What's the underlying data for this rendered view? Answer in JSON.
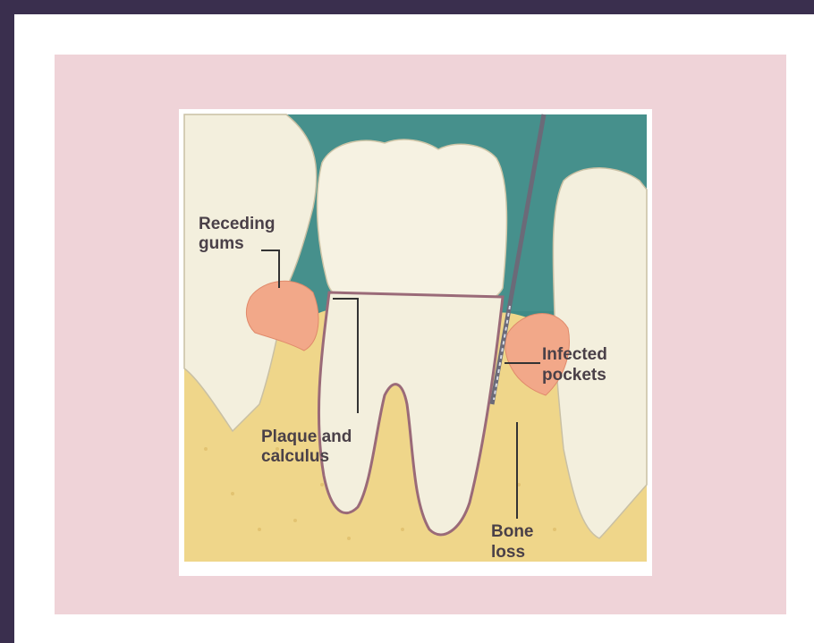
{
  "labels": {
    "receding_gums_1": "Receding",
    "receding_gums_2": "gums",
    "plaque_1": "Plaque and",
    "plaque_2": "calculus",
    "infected_1": "Infected",
    "infected_2": "pockets",
    "bone_1": "Bone",
    "bone_2": "loss"
  },
  "colors": {
    "frame": "#3a2f4e",
    "panel": "#efd3d8",
    "background_teal": "#3f8a86",
    "tooth": "#f3efdd",
    "gum": "#f2a889",
    "bone": "#efd68a",
    "root_outline": "#9a6a78",
    "probe": "#6b6a78"
  }
}
